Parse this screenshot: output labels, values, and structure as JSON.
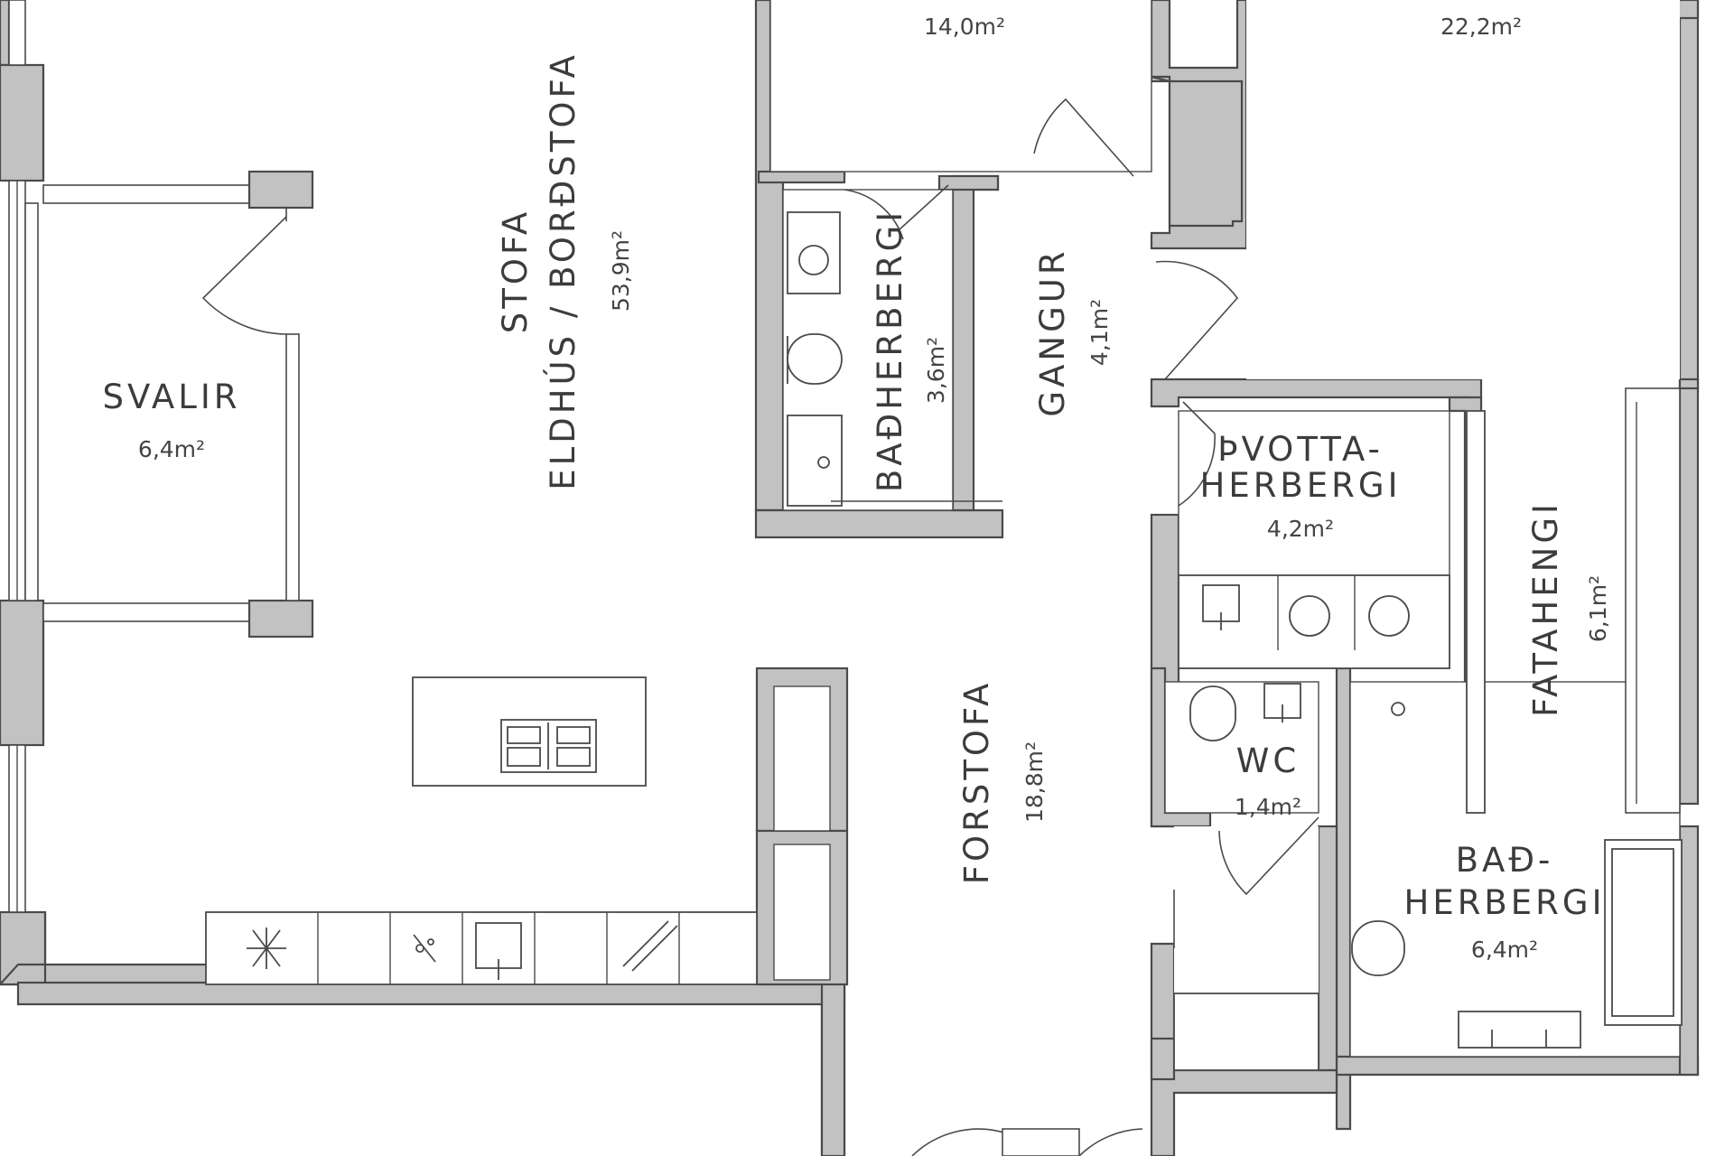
{
  "rooms": {
    "svalir": {
      "name": "SVALIR",
      "area": "6,4m²"
    },
    "stofa": {
      "name_line1": "STOFA",
      "name_line2": "ELDHÚS / BORÐSTOFA",
      "area": "53,9m²"
    },
    "room_top_left": {
      "area": "14,0m²"
    },
    "room_top_right": {
      "area": "22,2m²"
    },
    "badherbergi_small": {
      "name": "BAÐHERBERGI",
      "area": "3,6m²"
    },
    "gangur": {
      "name": "GANGUR",
      "area": "4,1m²"
    },
    "thvottaherbergi": {
      "name_line1": "ÞVOTTA-",
      "name_line2": "HERBERGI",
      "area": "4,2m²"
    },
    "fatahengi": {
      "name": "FATAHENGI",
      "area": "6,1m²"
    },
    "forstofa": {
      "name": "FORSTOFA",
      "area": "18,8m²"
    },
    "wc": {
      "name": "WC",
      "area": "1,4m²"
    },
    "badherbergi_large": {
      "name_line1": "BAÐ-",
      "name_line2": "HERBERGI",
      "area": "6,4m²"
    }
  },
  "colors": {
    "wall": "#c2c2c2",
    "line": "#4a4a4a",
    "text": "#3c3c3c",
    "background": "#ffffff"
  }
}
